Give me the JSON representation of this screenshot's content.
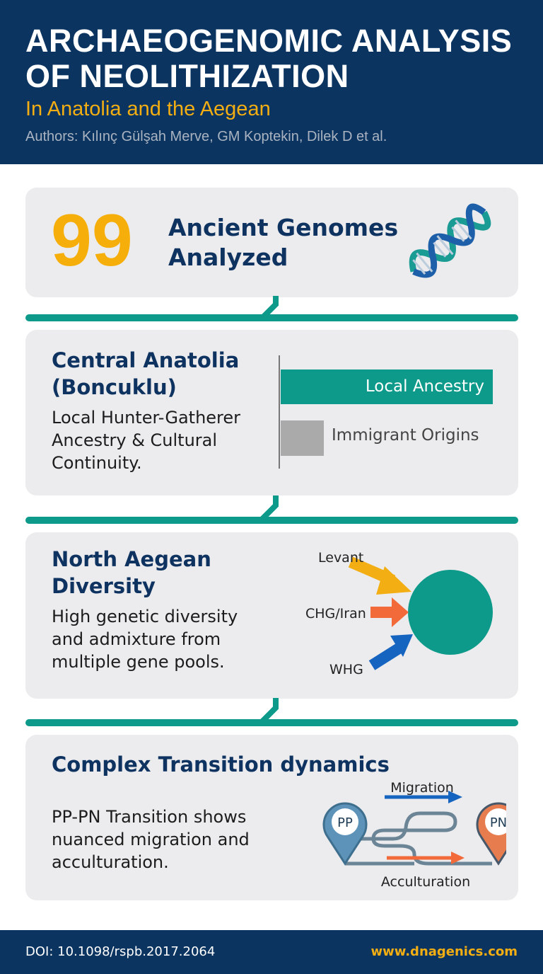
{
  "header": {
    "title_line1": "ARCHAEOGENOMIC ANALYSIS",
    "title_line2": "OF NEOLITHIZATION",
    "subtitle": "In Anatolia and the Aegean",
    "authors": "Authors: Kılınç Gülşah Merve, GM Koptekin, Dilek D et al."
  },
  "stat": {
    "number": "99",
    "label_line1": "Ancient Genomes",
    "label_line2": "Analyzed",
    "icon": "dna-icon"
  },
  "central": {
    "title_line1": "Central Anatolia",
    "title_line2": "(Boncuklu)",
    "body_lines": [
      "Local Hunter-Gatherer",
      "Ancestry & Cultural",
      "Continuity."
    ],
    "bars": [
      {
        "label": "Local Ancestry",
        "value": 100
      },
      {
        "label": "Immigrant Origins",
        "value": 20
      }
    ]
  },
  "aegean": {
    "title_line1": "North Aegean",
    "title_line2": "Diversity",
    "body_lines": [
      "High genetic diversity",
      "and admixture from",
      "multiple gene pools."
    ],
    "sources": [
      "Levant",
      "CHG/Iran",
      "WHG"
    ]
  },
  "transition": {
    "title": "Complex Transition dynamics",
    "body_lines": [
      "PP-PN Transition shows",
      "nuanced migration and",
      "acculturation."
    ],
    "start": "PP",
    "end": "PN",
    "top_arrow": "Migration",
    "bottom_arrow": "Acculturation"
  },
  "footer": {
    "doi": "DOI: 10.1098/rspb.2017.2064",
    "site": "www.dnagenics.com"
  },
  "colors": {
    "navy": "#0b3461",
    "teal": "#0e9a8a",
    "yellow": "#f2ae12",
    "orange": "#f26a3a",
    "blue": "#1565c0"
  }
}
